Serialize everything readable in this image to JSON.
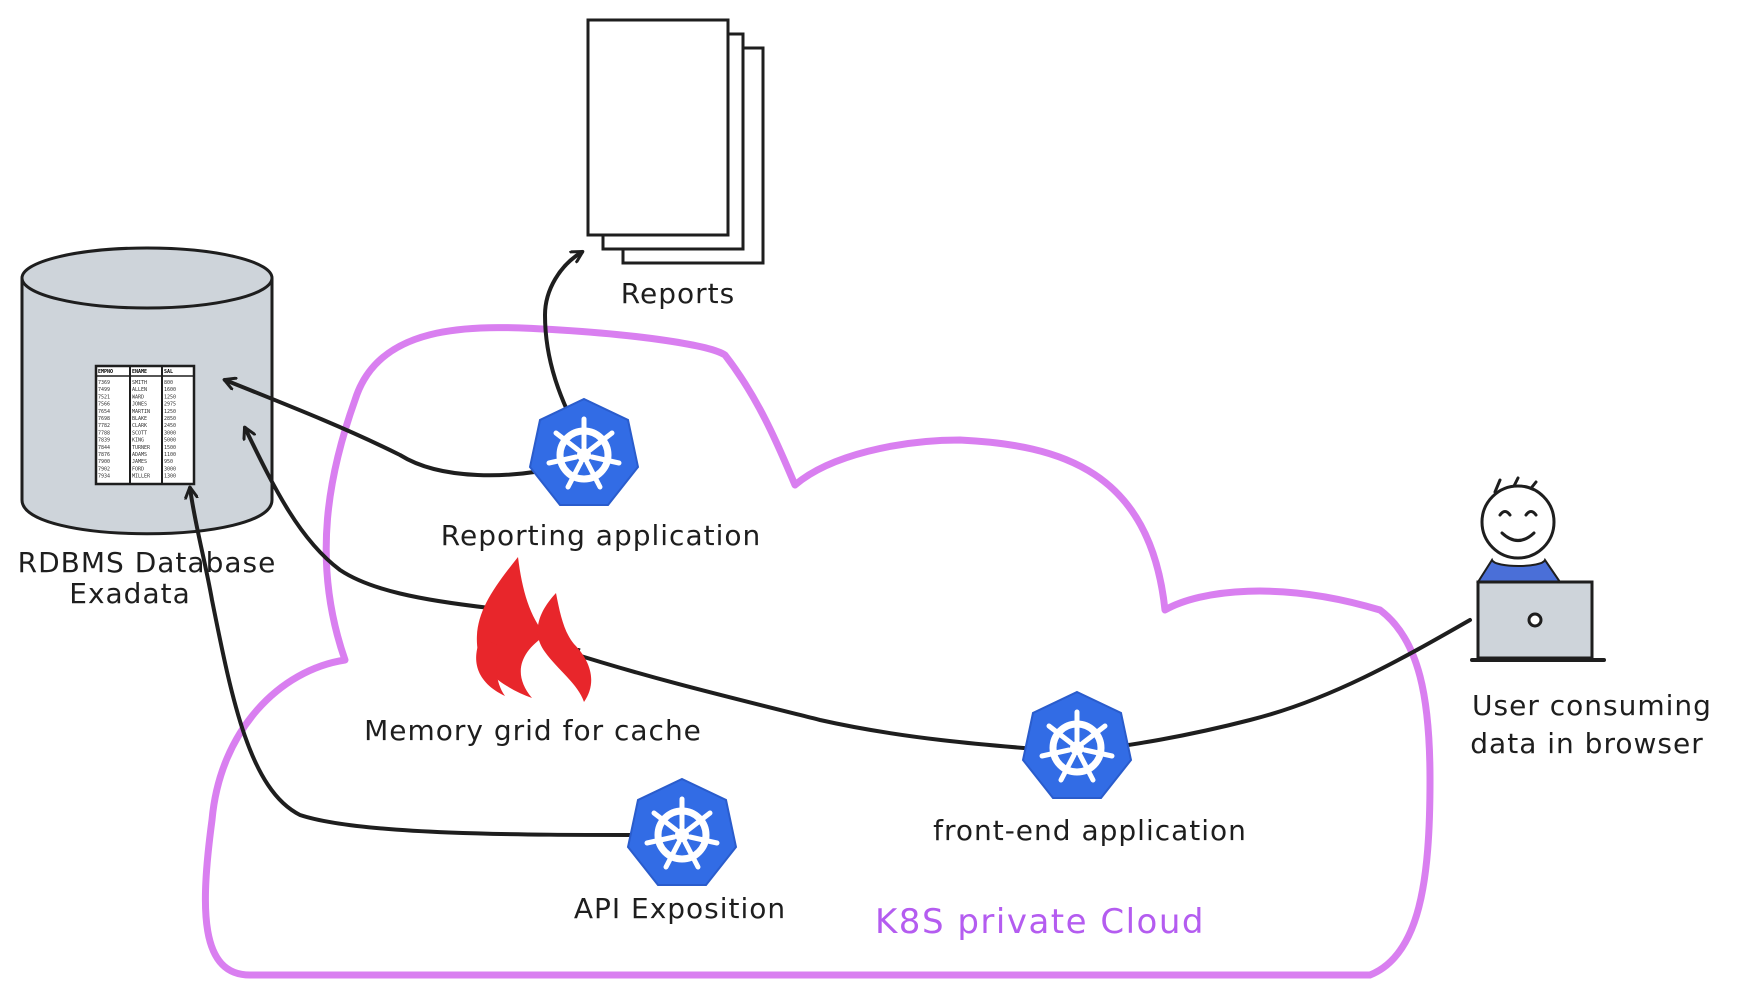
{
  "labels": {
    "reports": "Reports",
    "database_line1": "RDBMS Database",
    "database_line2": "Exadata",
    "reporting_app": "Reporting application",
    "memory_grid": "Memory grid for cache",
    "api": "API Exposition",
    "frontend": "front-end application",
    "user_line1": "User consuming",
    "user_line2": "data in browser",
    "cloud": "K8S private Cloud"
  },
  "db_table": {
    "headers": [
      "EMPNO",
      "ENAME",
      "SAL"
    ],
    "rows": [
      [
        "7369",
        "SMITH",
        "800"
      ],
      [
        "7499",
        "ALLEN",
        "1600"
      ],
      [
        "7521",
        "WARD",
        "1250"
      ],
      [
        "7566",
        "JONES",
        "2975"
      ],
      [
        "7654",
        "MARTIN",
        "1250"
      ],
      [
        "7698",
        "BLAKE",
        "2850"
      ],
      [
        "7782",
        "CLARK",
        "2450"
      ],
      [
        "7788",
        "SCOTT",
        "3000"
      ],
      [
        "7839",
        "KING",
        "5000"
      ],
      [
        "7844",
        "TURNER",
        "1500"
      ],
      [
        "7876",
        "ADAMS",
        "1100"
      ],
      [
        "7900",
        "JAMES",
        "950"
      ],
      [
        "7902",
        "FORD",
        "3000"
      ],
      [
        "7934",
        "MILLER",
        "1300"
      ]
    ]
  },
  "colors": {
    "cloud_stroke": "#d97ff0",
    "cloud_label": "#b45cf0",
    "k8s_blue": "#326ce5",
    "cache_red": "#e8262b",
    "cylinder_fill": "#ced4da",
    "laptop_fill": "#ced4da",
    "user_shirt": "#4a6fd8",
    "stroke": "#1e1e1e"
  }
}
